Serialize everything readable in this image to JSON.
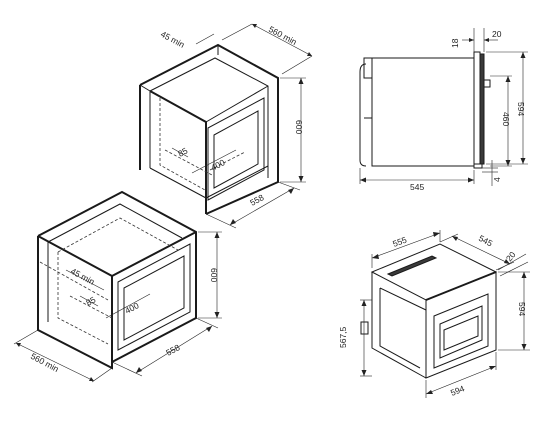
{
  "labels": {
    "upper_45min": "45 min",
    "upper_560min": "560 min",
    "upper_600": "600",
    "upper_85": "85",
    "upper_400": "400",
    "upper_558": "558",
    "lower_45min": "45 min",
    "lower_600": "600",
    "lower_85": "85",
    "lower_400": "400",
    "lower_558": "558",
    "lower_560min": "560 min",
    "side_18": "18",
    "side_20": "20",
    "side_594": "594",
    "side_460": "460",
    "side_545": "545",
    "side_4": "4",
    "iso_555": "555",
    "iso_545": "545",
    "iso_20": "20",
    "iso_594_right": "594",
    "iso_567_5": "567,5",
    "iso_594_bottom": "594"
  }
}
